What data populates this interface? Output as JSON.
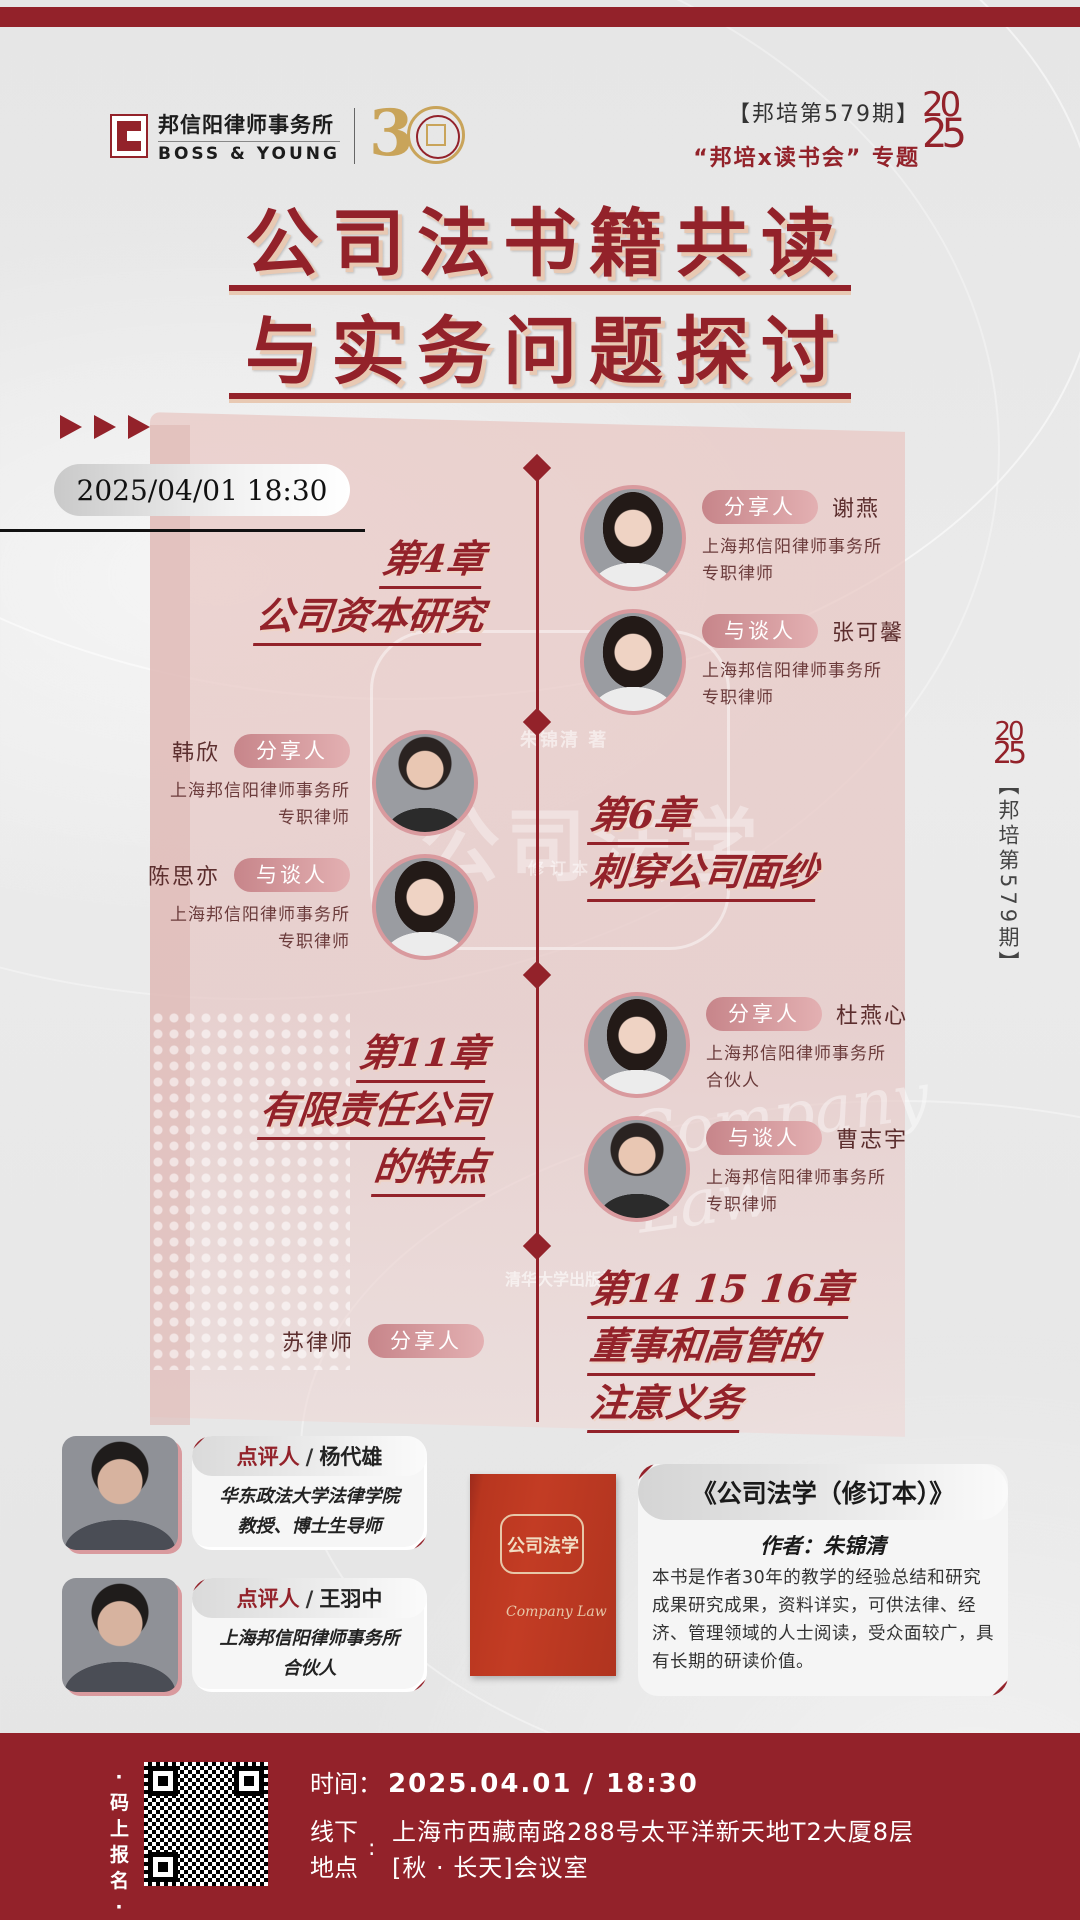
{
  "header": {
    "firm_cn": "邦信阳律师事务所",
    "firm_en": "BOSS & YOUNG",
    "anniversary": "3",
    "issue": "【邦培第579期】",
    "series": "“邦培x读书会” 专题",
    "year_top": "20",
    "year_bottom": "25"
  },
  "title": {
    "line1": "公司法书籍共读",
    "line2": "与实务问题探讨"
  },
  "event_datetime": "2025/04/01 18:30",
  "backdrop_book": {
    "title": "公司法学",
    "author": "朱锦清 著",
    "edition": "修订本",
    "publisher": "清华大学出版社",
    "script": "Company Law"
  },
  "sessions": [
    {
      "chapter": "第4章",
      "topic": [
        "公司资本研究"
      ],
      "speakers": [
        {
          "role": "分享人",
          "name": "谢燕",
          "org": "上海邦信阳律师事务所",
          "title": "专职律师"
        },
        {
          "role": "与谈人",
          "name": "张可馨",
          "org": "上海邦信阳律师事务所",
          "title": "专职律师"
        }
      ]
    },
    {
      "chapter": "第6章",
      "topic": [
        "刺穿公司面纱"
      ],
      "speakers": [
        {
          "role": "分享人",
          "name": "韩欣",
          "org": "上海邦信阳律师事务所",
          "title": "专职律师"
        },
        {
          "role": "与谈人",
          "name": "陈思亦",
          "org": "上海邦信阳律师事务所",
          "title": "专职律师"
        }
      ]
    },
    {
      "chapter": "第11章",
      "topic": [
        "有限责任公司",
        "的特点"
      ],
      "speakers": [
        {
          "role": "分享人",
          "name": "杜燕心",
          "org": "上海邦信阳律师事务所",
          "title": "合伙人"
        },
        {
          "role": "与谈人",
          "name": "曹志宇",
          "org": "上海邦信阳律师事务所",
          "title": "专职律师"
        }
      ]
    },
    {
      "chapter": "第14 15 16章",
      "topic": [
        "董事和高管的",
        "注意义务"
      ],
      "speakers": [
        {
          "role": "分享人",
          "name": "苏律师"
        }
      ]
    }
  ],
  "side_vertical": {
    "year_top": "20",
    "year_bottom": "25",
    "text": "【邦培第579期】"
  },
  "reviewers": [
    {
      "role": "点评人",
      "separator": "/",
      "name": "杨代雄",
      "line1": "华东政法大学法律学院",
      "line2": "教授、博士生导师"
    },
    {
      "role": "点评人",
      "separator": "/",
      "name": "王羽中",
      "line1": "上海邦信阳律师事务所",
      "line2": "合伙人"
    }
  ],
  "book": {
    "cover_title": "公司法学",
    "cover_script": "Company Law",
    "title": "《公司法学（修订本）》",
    "author": "作者：朱锦清",
    "description": "本书是作者30年的教学的经验总结和研究成果研究成果，资料详实，可供法律、经济、管理领域的人士阅读，受众面较广，具有长期的研读价值。"
  },
  "footer": {
    "scan_label": "·码上报名·",
    "time_label": "时间：",
    "time_value": "2025.04.01 / 18:30",
    "location_label": "线下地点",
    "location_colon": ":",
    "address_line1": "上海市西藏南路288号太平洋新天地T2大厦8层",
    "address_line2": "[秋 · 长天]会议室"
  },
  "colors": {
    "brand_red": "#93222a",
    "pill_pink": "#d4969a",
    "gold": "#c9a45a",
    "background": "#e8e8e8"
  }
}
